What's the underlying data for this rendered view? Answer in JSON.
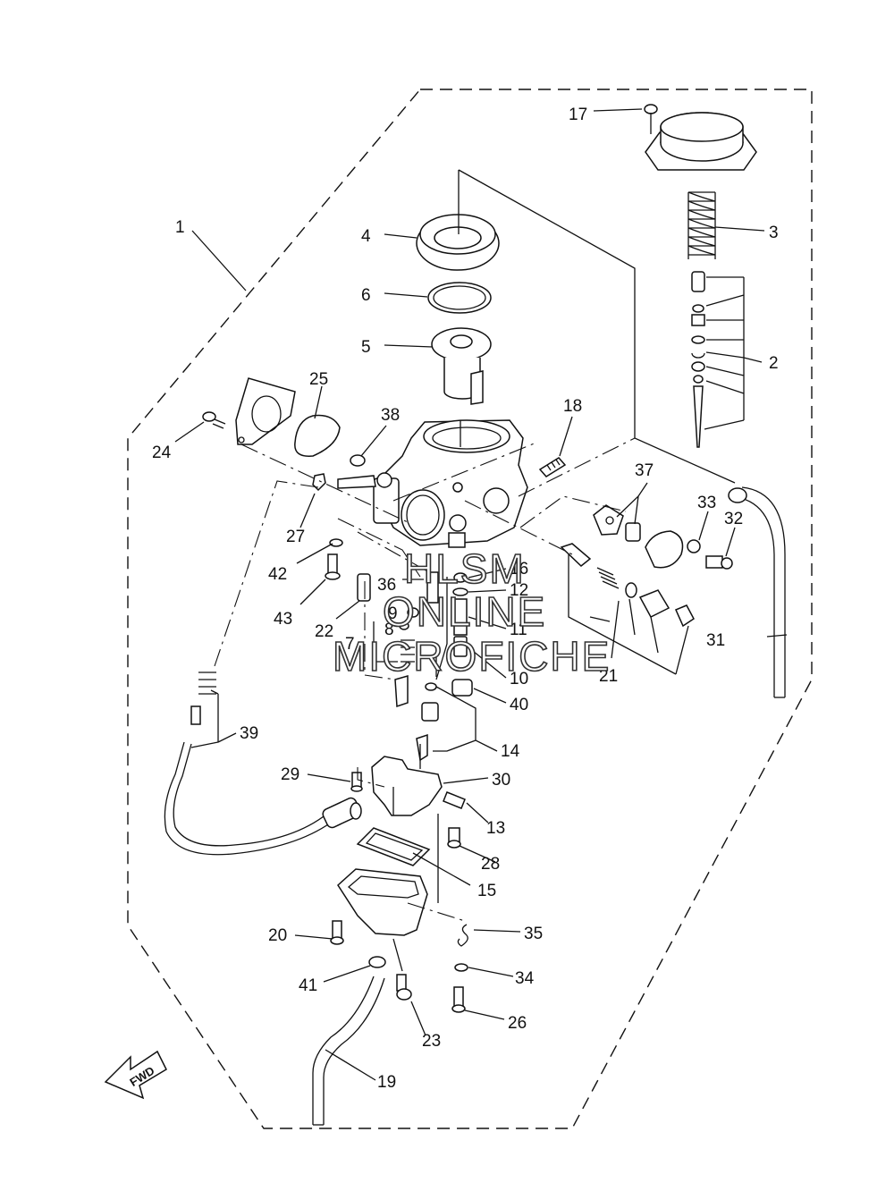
{
  "callouts": [
    {
      "id": "1",
      "text": "1"
    },
    {
      "id": "2",
      "text": "2"
    },
    {
      "id": "3",
      "text": "3"
    },
    {
      "id": "4",
      "text": "4"
    },
    {
      "id": "5",
      "text": "5"
    },
    {
      "id": "6",
      "text": "6"
    },
    {
      "id": "7",
      "text": "7"
    },
    {
      "id": "8",
      "text": "8"
    },
    {
      "id": "9",
      "text": "9"
    },
    {
      "id": "10",
      "text": "10"
    },
    {
      "id": "11",
      "text": "11"
    },
    {
      "id": "12",
      "text": "12"
    },
    {
      "id": "13",
      "text": "13"
    },
    {
      "id": "14",
      "text": "14"
    },
    {
      "id": "15",
      "text": "15"
    },
    {
      "id": "16",
      "text": "16"
    },
    {
      "id": "17",
      "text": "17"
    },
    {
      "id": "18",
      "text": "18"
    },
    {
      "id": "19",
      "text": "19"
    },
    {
      "id": "20",
      "text": "20"
    },
    {
      "id": "21",
      "text": "21"
    },
    {
      "id": "22",
      "text": "22"
    },
    {
      "id": "23",
      "text": "23"
    },
    {
      "id": "24",
      "text": "24"
    },
    {
      "id": "25",
      "text": "25"
    },
    {
      "id": "26",
      "text": "26"
    },
    {
      "id": "27",
      "text": "27"
    },
    {
      "id": "28",
      "text": "28"
    },
    {
      "id": "29",
      "text": "29"
    },
    {
      "id": "30",
      "text": "30"
    },
    {
      "id": "31",
      "text": "31"
    },
    {
      "id": "32",
      "text": "32"
    },
    {
      "id": "33",
      "text": "33"
    },
    {
      "id": "34",
      "text": "34"
    },
    {
      "id": "35",
      "text": "35"
    },
    {
      "id": "36",
      "text": "36"
    },
    {
      "id": "37",
      "text": "37"
    },
    {
      "id": "38",
      "text": "38"
    },
    {
      "id": "39",
      "text": "39"
    },
    {
      "id": "40",
      "text": "40"
    },
    {
      "id": "41",
      "text": "41"
    },
    {
      "id": "42",
      "text": "42"
    },
    {
      "id": "43",
      "text": "43"
    }
  ],
  "watermark": {
    "line1": "HLSM",
    "line2": "ONLINE",
    "line3": "MICROFICHE"
  },
  "direction_badge": "FWD"
}
